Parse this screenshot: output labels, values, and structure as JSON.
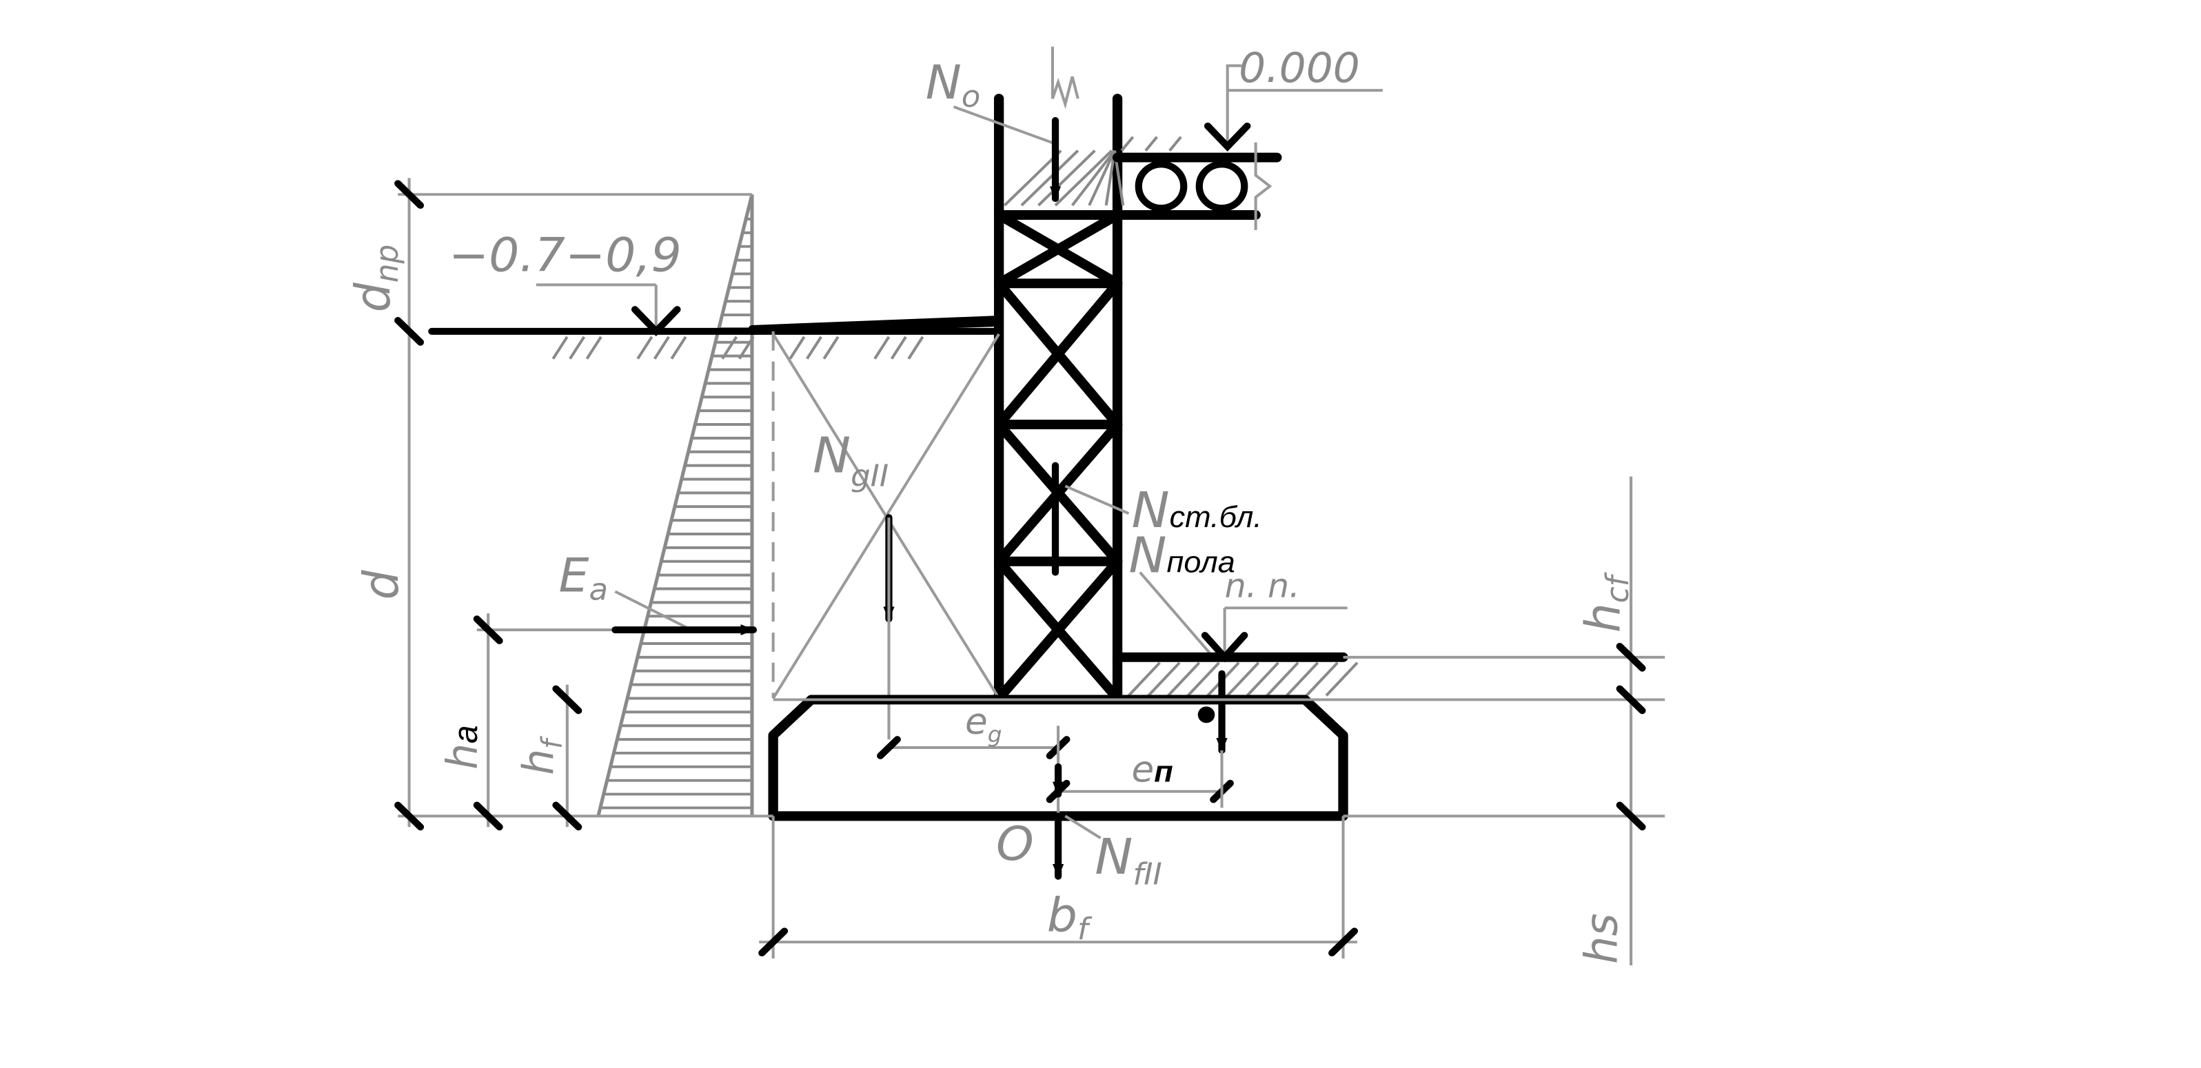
{
  "labels": {
    "zero_level": "0.000",
    "ground_level": "−0.7−0,9",
    "n_o": "N",
    "n_o_sub": "o",
    "d_np": "d",
    "d_np_sub": "np",
    "d": "d",
    "n_gii": "N",
    "n_gii_sub": "gII",
    "n_st_bl": "N",
    "n_st_bl_text": "ст.бл.",
    "n_pola": "N",
    "n_pola_text": "пола",
    "n_p": "n. n.",
    "h_cf": "h",
    "h_cf_sub": "cf",
    "e_a": "E",
    "e_a_sub": "a",
    "h_a": "h",
    "h_a_sub": "a",
    "h_f": "h",
    "h_f_sub": "f",
    "e_g": "e",
    "e_g_sub": "g",
    "e_p": "e",
    "e_p_sub": "п",
    "o": "O",
    "n_fii": "N",
    "n_fii_sub": "fII",
    "b_f": "b",
    "b_f_sub": "f",
    "h_s": "hs"
  }
}
